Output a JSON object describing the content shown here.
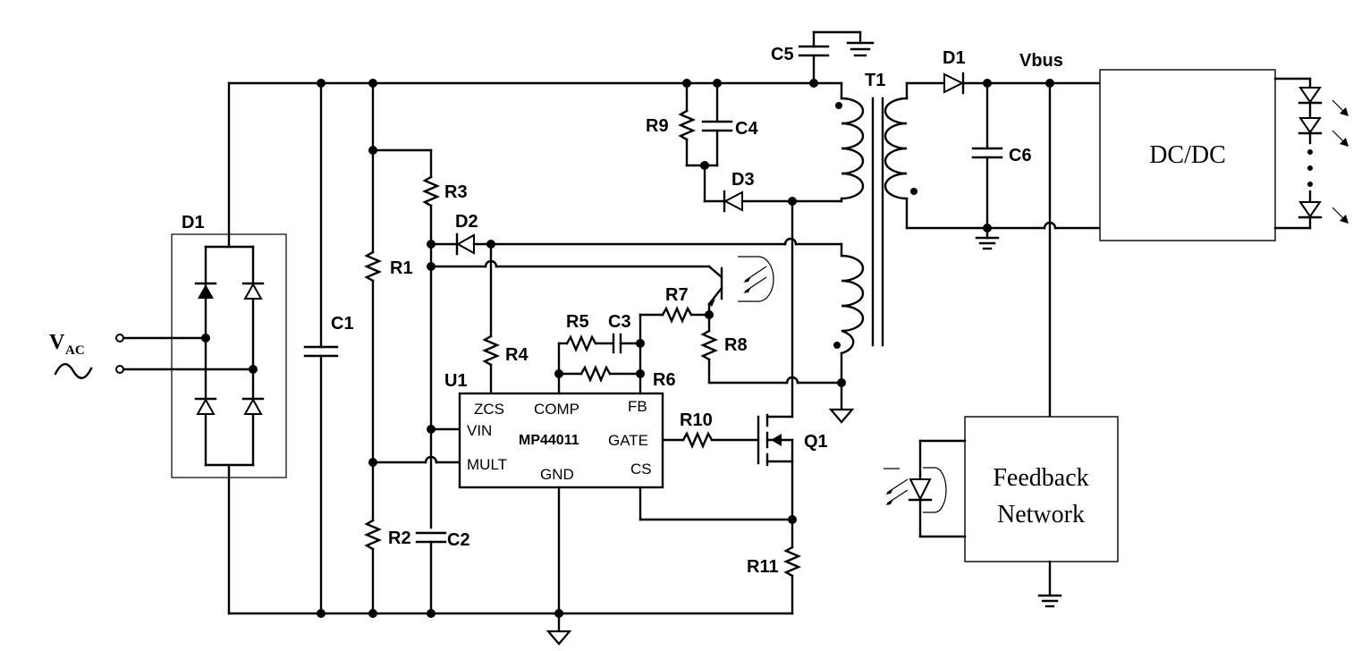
{
  "source": {
    "v_label": "V",
    "v_sub": "AC"
  },
  "components": {
    "d1_bridge": "D1",
    "c1": "C1",
    "r1": "R1",
    "r2": "R2",
    "r3": "R3",
    "c2": "C2",
    "d2": "D2",
    "r4": "R4",
    "r5": "R5",
    "c3": "C3",
    "r6": "R6",
    "r7": "R7",
    "r8": "R8",
    "c5": "C5",
    "r9": "R9",
    "c4": "C4",
    "d3": "D3",
    "t1": "T1",
    "q1": "Q1",
    "r10": "R10",
    "r11": "R11",
    "d1_out": "D1",
    "c6": "C6",
    "vbus": "Vbus",
    "u1": "U1"
  },
  "ic": {
    "part": "MP44011",
    "pins": {
      "zcs": "ZCS",
      "comp": "COMP",
      "fb": "FB",
      "vin": "VIN",
      "gate": "GATE",
      "mult": "MULT",
      "gnd": "GND",
      "cs": "CS"
    }
  },
  "blocks": {
    "dcdc": "DC/DC",
    "feedback_line1": "Feedback",
    "feedback_line2": "Network"
  }
}
